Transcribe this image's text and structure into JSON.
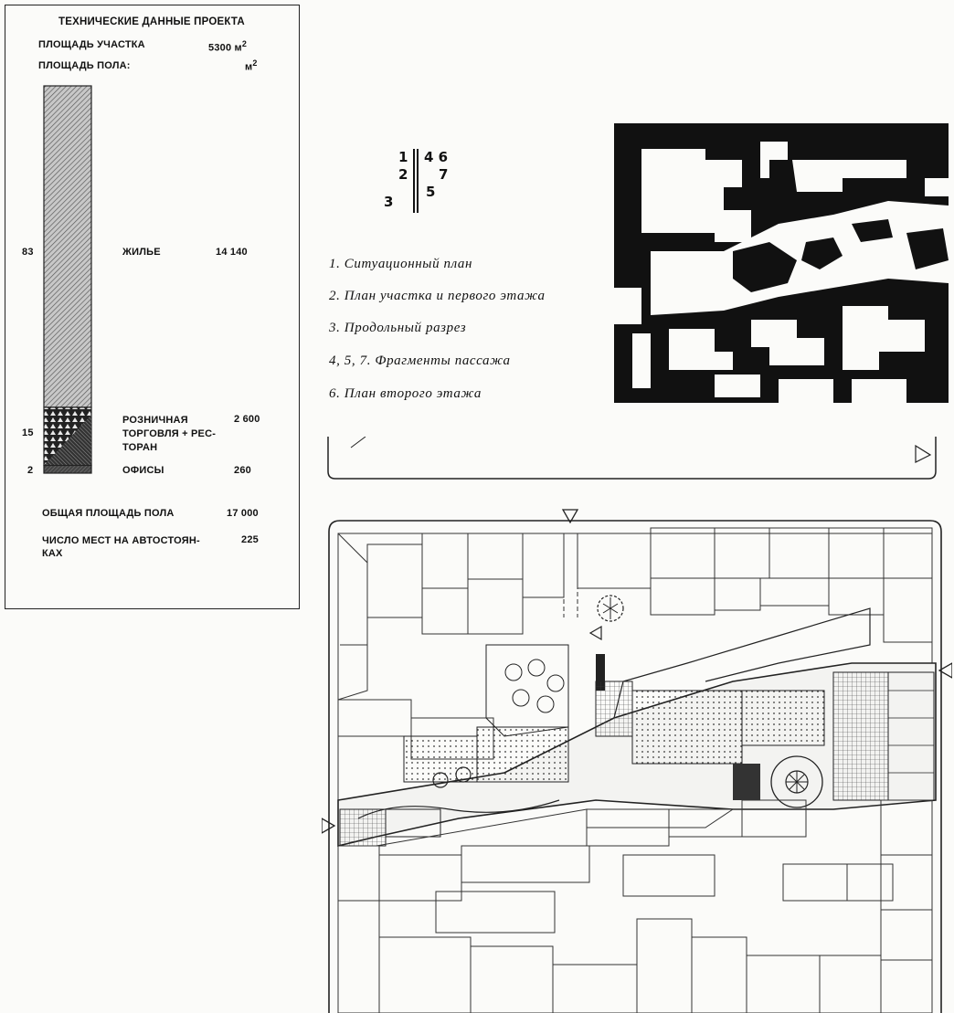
{
  "tech_data": {
    "title": "ТЕХНИЧЕСКИЕ ДАННЫЕ  ПРОЕКТА",
    "site_area_label": "ПЛОЩАДЬ УЧАСТКА",
    "site_area_value": "5300 м",
    "site_area_sup": "2",
    "floor_area_label": "ПЛОЩАДЬ ПОЛА:",
    "floor_area_unit": "м",
    "floor_area_sup": "2",
    "segments": [
      {
        "percent_label": "83",
        "name": "ЖИЛЬЕ",
        "value_label": "14 140",
        "share": 83
      },
      {
        "percent_label": "15",
        "name_lines": [
          "РОЗНИЧНАЯ",
          "ТОРГОВЛЯ + РЕС-",
          "ТОРАН"
        ],
        "value_label": "2 600",
        "share": 15
      },
      {
        "percent_label": "2",
        "name": "ОФИСЫ",
        "value_label": "260",
        "share": 2
      }
    ],
    "total_label": "ОБЩАЯ ПЛОЩАДЬ ПОЛА",
    "total_value": "17 000",
    "parking_label_lines": [
      "ЧИСЛО МЕСТ НА АВТОСТОЯН-",
      "КАХ"
    ],
    "parking_value": "225"
  },
  "figure_key": {
    "col_left": [
      "1",
      "2",
      "3"
    ],
    "col_right": [
      "4 6",
      "7",
      "5"
    ]
  },
  "captions": [
    "1. Ситуационный план",
    "2.  План  участка  и  первого  этажа",
    "3.  Продольный  разрез",
    "4, 5, 7.  Фрагменты  пассажа",
    "6.  План  второго  этажа"
  ]
}
